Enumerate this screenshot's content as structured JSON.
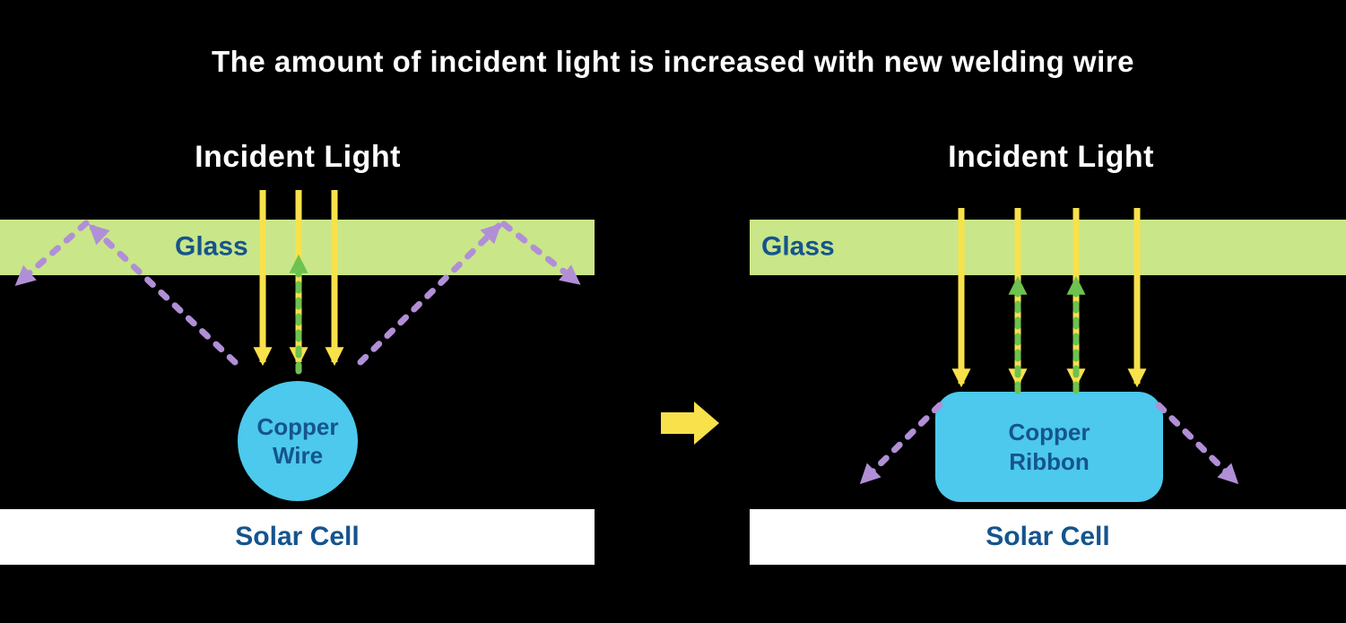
{
  "title": "The amount of incident light is increased with new welding wire",
  "left_panel": {
    "incident_light_label": "Incident Light",
    "glass_label": "Glass",
    "copper_label_line1": "Copper",
    "copper_label_line2": "Wire",
    "solar_cell_label": "Solar Cell"
  },
  "right_panel": {
    "incident_light_label": "Incident Light",
    "glass_label": "Glass",
    "copper_label_line1": "Copper",
    "copper_label_line2": "Ribbon",
    "solar_cell_label": "Solar Cell"
  },
  "icons": {
    "incident_ray": "yellow-down-arrow",
    "absorbed_reflection_ray": "green-dashed-up-arrow",
    "lost_reflection_ray": "purple-dashed-arrow",
    "transition": "yellow-right-arrow"
  },
  "colors": {
    "background": "#000000",
    "title_text": "#ffffff",
    "glass_fill": "#c9e689",
    "incident_yellow": "#f8e14b",
    "reflected_green": "#6ec24f",
    "lost_purple": "#b18fd6",
    "copper_fill": "#4cc9ec",
    "label_blue": "#15548e",
    "solar_cell_fill": "#ffffff"
  }
}
